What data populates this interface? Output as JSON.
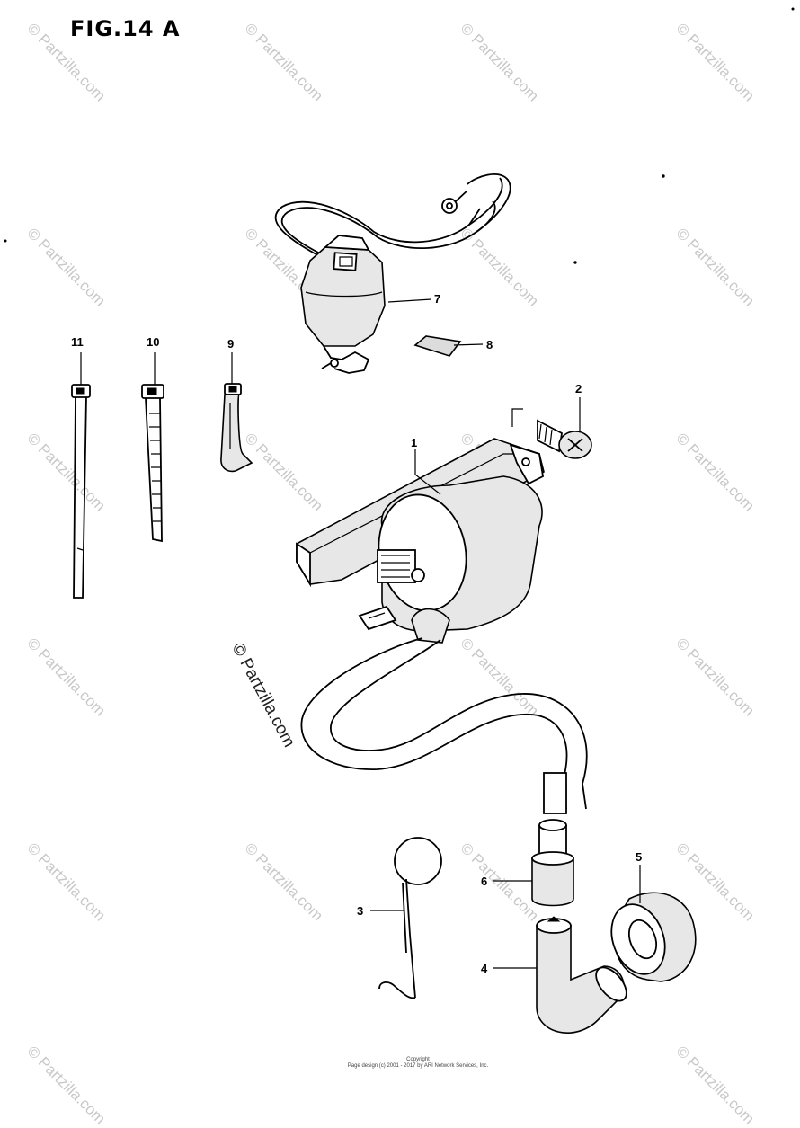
{
  "figure": {
    "title": "FIG.14 A"
  },
  "callouts": [
    {
      "id": "1",
      "label": "1"
    },
    {
      "id": "2",
      "label": "2"
    },
    {
      "id": "3",
      "label": "3"
    },
    {
      "id": "4",
      "label": "4"
    },
    {
      "id": "5",
      "label": "5"
    },
    {
      "id": "6",
      "label": "6"
    },
    {
      "id": "7",
      "label": "7"
    },
    {
      "id": "8",
      "label": "8"
    },
    {
      "id": "9",
      "label": "9"
    },
    {
      "id": "10",
      "label": "10"
    },
    {
      "id": "11",
      "label": "11"
    }
  ],
  "watermark": {
    "text": "© Partzilla.com",
    "center_text": "© Partzilla.com"
  },
  "footer": {
    "line1": "Copyright",
    "line2": "Page design (c) 2001 - 2017 by ARI Network Services, Inc."
  }
}
